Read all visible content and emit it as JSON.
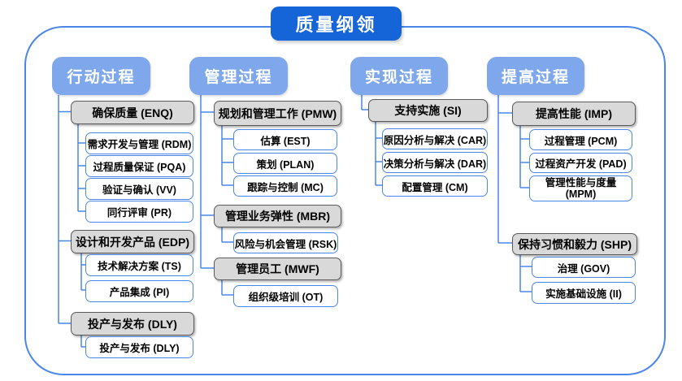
{
  "title": "质量纲领",
  "colors": {
    "title_bg": "#1565d8",
    "column_header_bg": "#7fa8ec",
    "connector_blue": "#4a86e8",
    "group_fill": "#d9d9d9",
    "group_border": "#5a5a5a",
    "frame_border": "#4a86e8"
  },
  "columns": [
    {
      "header": "行动过程",
      "groups": [
        {
          "label": "确保质量 (ENQ)",
          "children": [
            "需求开发与管理 (RDM)",
            "过程质量保证 (PQA)",
            "验证与确认 (VV)",
            "同行评审 (PR)"
          ]
        },
        {
          "label": "设计和开发产品 (EDP)",
          "children": [
            "技术解决方案 (TS)",
            "产品集成 (PI)"
          ]
        },
        {
          "label": "投产与发布 (DLY)",
          "children": [
            "投产与发布 (DLY)"
          ]
        }
      ]
    },
    {
      "header": "管理过程",
      "groups": [
        {
          "label": "规划和管理工作 (PMW)",
          "children": [
            "估算 (EST)",
            "策划 (PLAN)",
            "跟踪与控制 (MC)"
          ]
        },
        {
          "label": "管理业务弹性 (MBR)",
          "children": [
            "风险与机会管理 (RSK)"
          ]
        },
        {
          "label": "管理员工 (MWF)",
          "children": [
            "组织级培训 (OT)"
          ]
        }
      ]
    },
    {
      "header": "实现过程",
      "groups": [
        {
          "label": "支持实施 (SI)",
          "children": [
            "原因分析与解决 (CAR)",
            "决策分析与解决 (DAR)",
            "配置管理 (CM)"
          ]
        }
      ]
    },
    {
      "header": "提高过程",
      "groups": [
        {
          "label": "提高性能 (IMP)",
          "children": [
            "过程管理 (PCM)",
            "过程资产开发 (PAD)",
            "管理性能与度量 (MPM)"
          ]
        },
        {
          "label": "保持习惯和毅力 (SHP)",
          "children": [
            "治理 (GOV)",
            "实施基础设施 (II)"
          ]
        }
      ]
    }
  ]
}
